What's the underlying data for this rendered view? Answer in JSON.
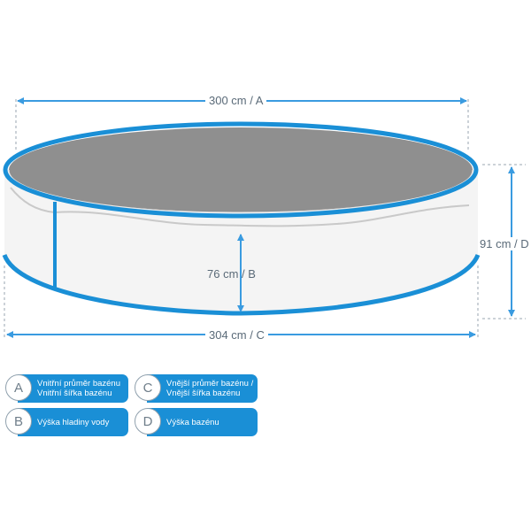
{
  "dimensions": {
    "a": "300 cm / A",
    "b": "76 cm / B",
    "c": "304 cm / C",
    "d": "91 cm / D"
  },
  "legend": [
    {
      "letter": "A",
      "line1": "Vnitřní průměr bazénu",
      "line2": "Vnitřní šířka bazénu"
    },
    {
      "letter": "C",
      "line1": "Vnější průměr bazénu /",
      "line2": "Vnější šířka bazénu"
    },
    {
      "letter": "B",
      "line1": "Výška hladiny vody",
      "line2": ""
    },
    {
      "letter": "D",
      "line1": "Výška bazénu",
      "line2": ""
    }
  ],
  "colors": {
    "accent": "#1a8fd6",
    "arrow": "#3a9be0",
    "pool_floor": "#8f8f8f",
    "pool_wall": "#f4f4f4",
    "label_text": "#5a6a78"
  }
}
